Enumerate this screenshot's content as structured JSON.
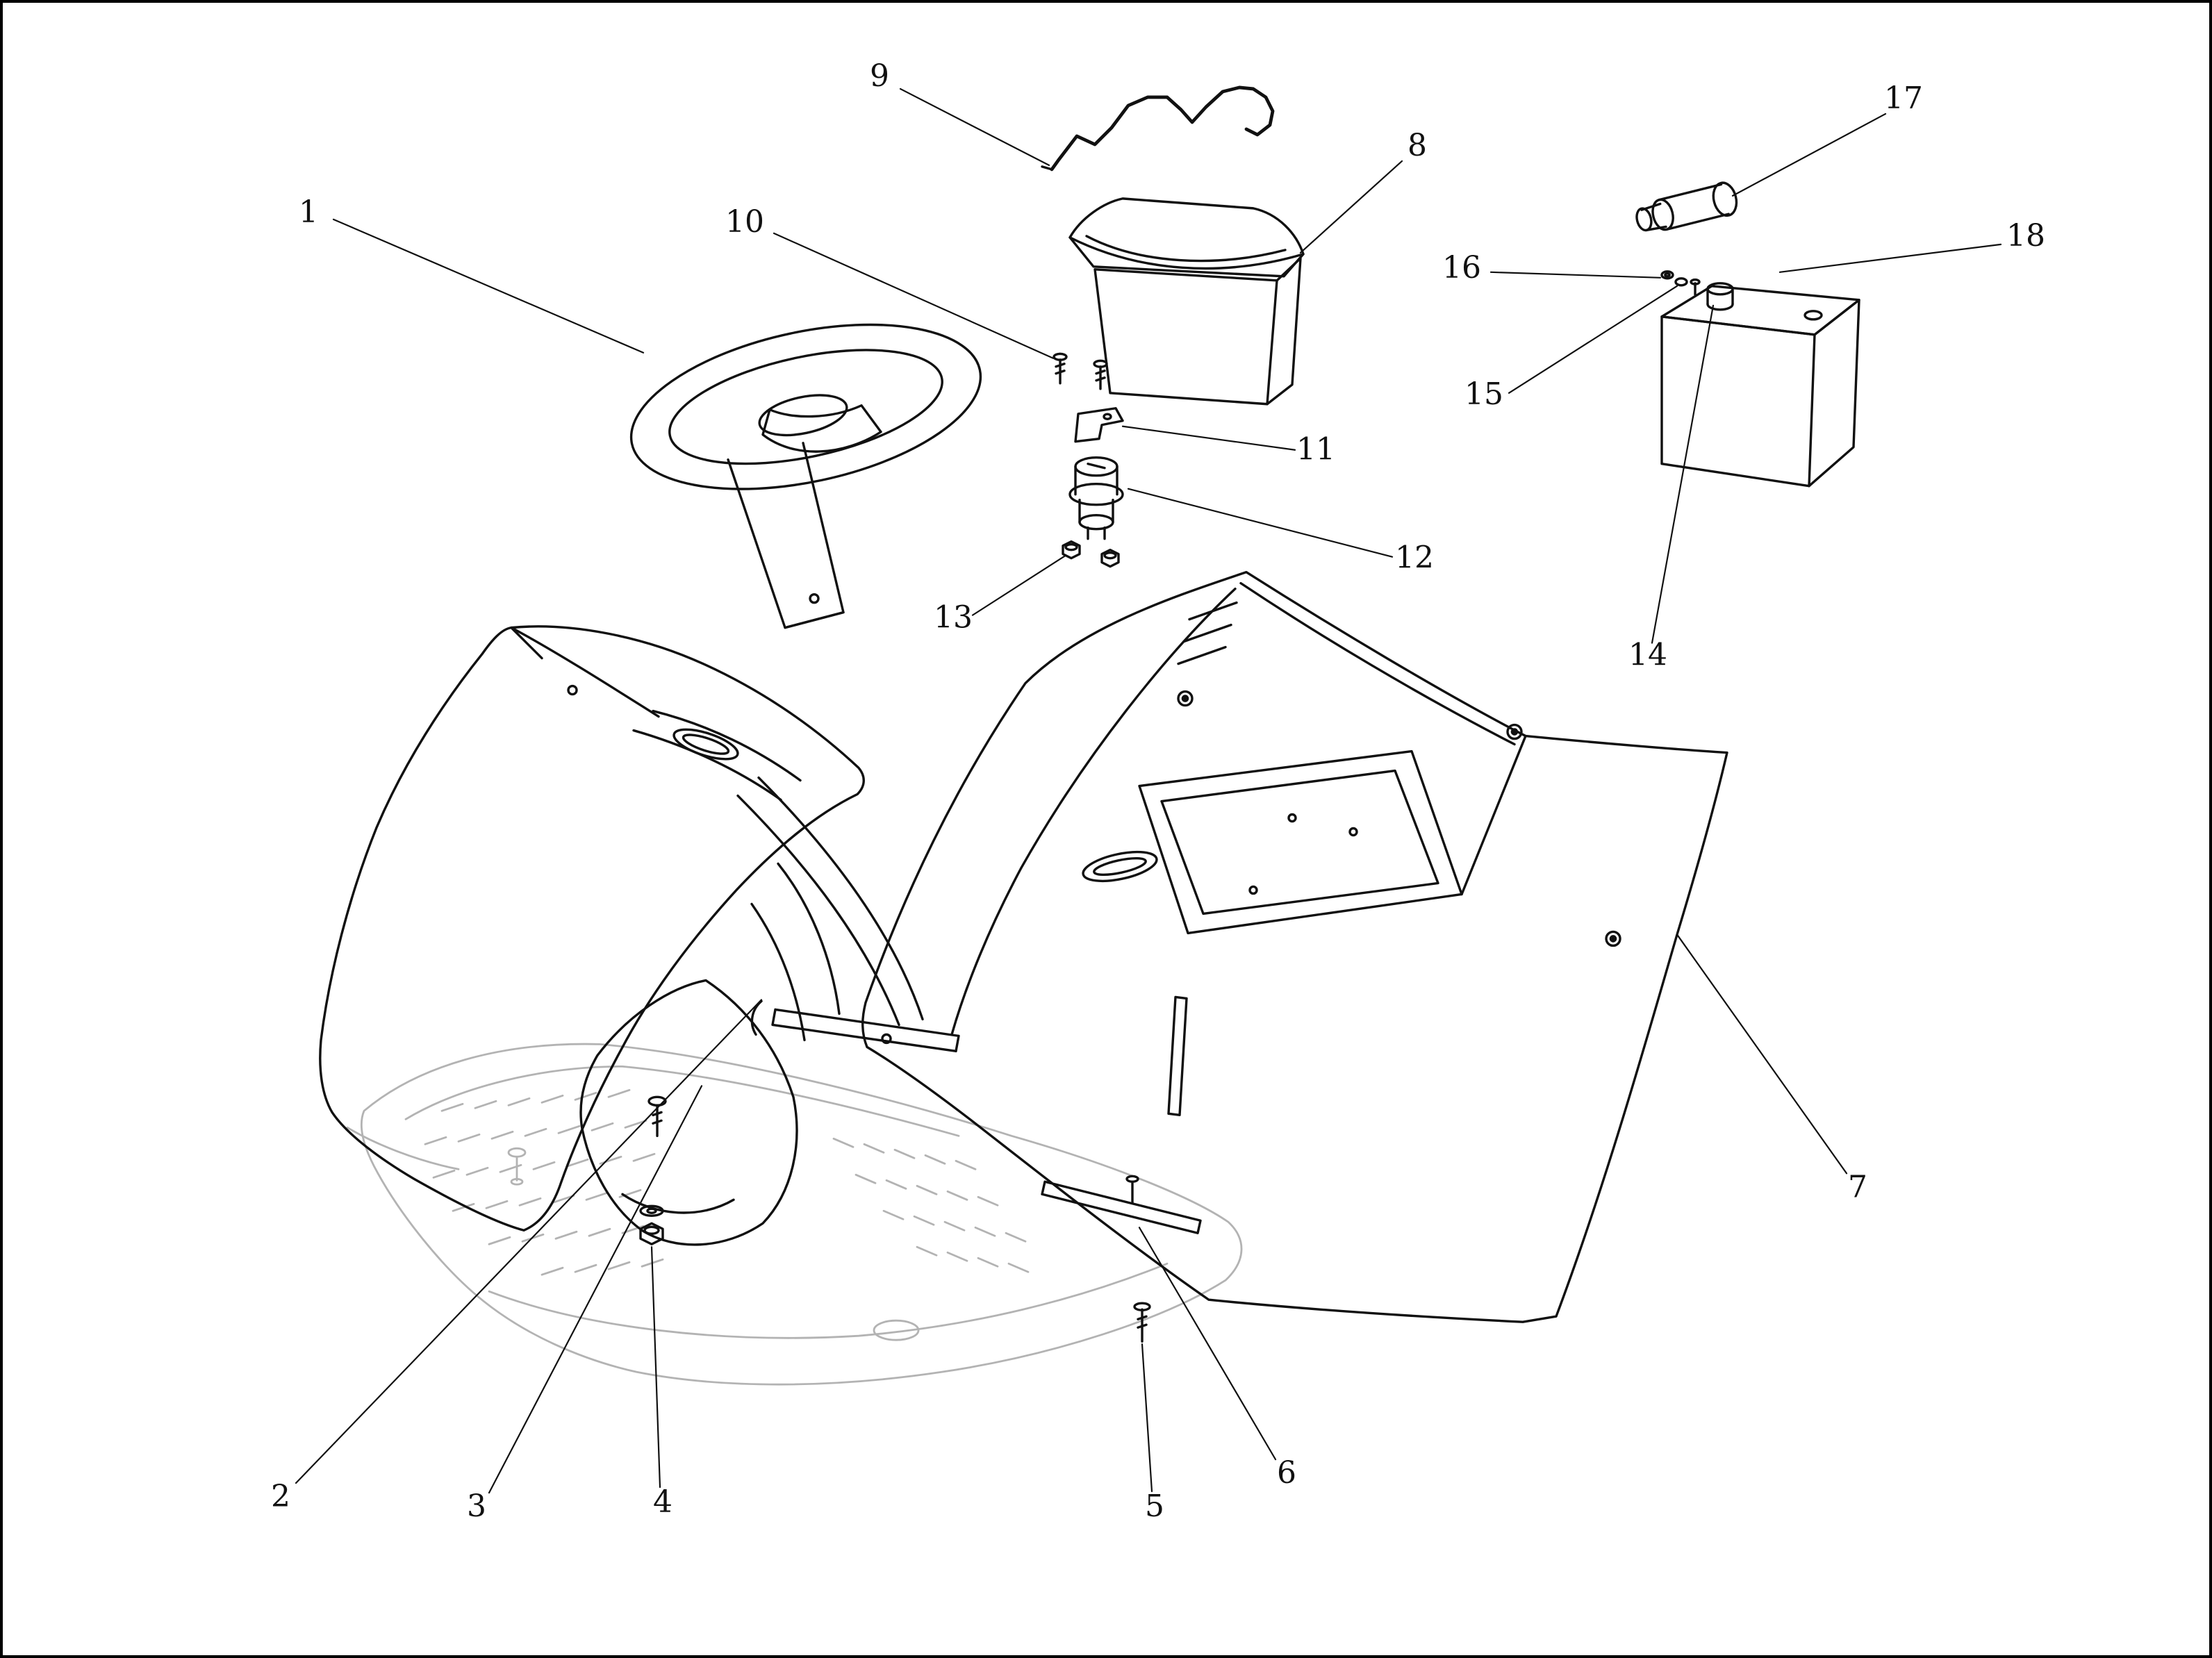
{
  "diagram": {
    "type": "exploded-parts-diagram",
    "background_color": "#ffffff",
    "line_color": "#111111",
    "ghost_color": "#b3b3b3",
    "callouts": [
      {
        "label": "1"
      },
      {
        "label": "2"
      },
      {
        "label": "3"
      },
      {
        "label": "4"
      },
      {
        "label": "5"
      },
      {
        "label": "6"
      },
      {
        "label": "7"
      },
      {
        "label": "8"
      },
      {
        "label": "9"
      },
      {
        "label": "10"
      },
      {
        "label": "11"
      },
      {
        "label": "12"
      },
      {
        "label": "13"
      },
      {
        "label": "14"
      },
      {
        "label": "15"
      },
      {
        "label": "16"
      },
      {
        "label": "17"
      },
      {
        "label": "18"
      }
    ]
  }
}
